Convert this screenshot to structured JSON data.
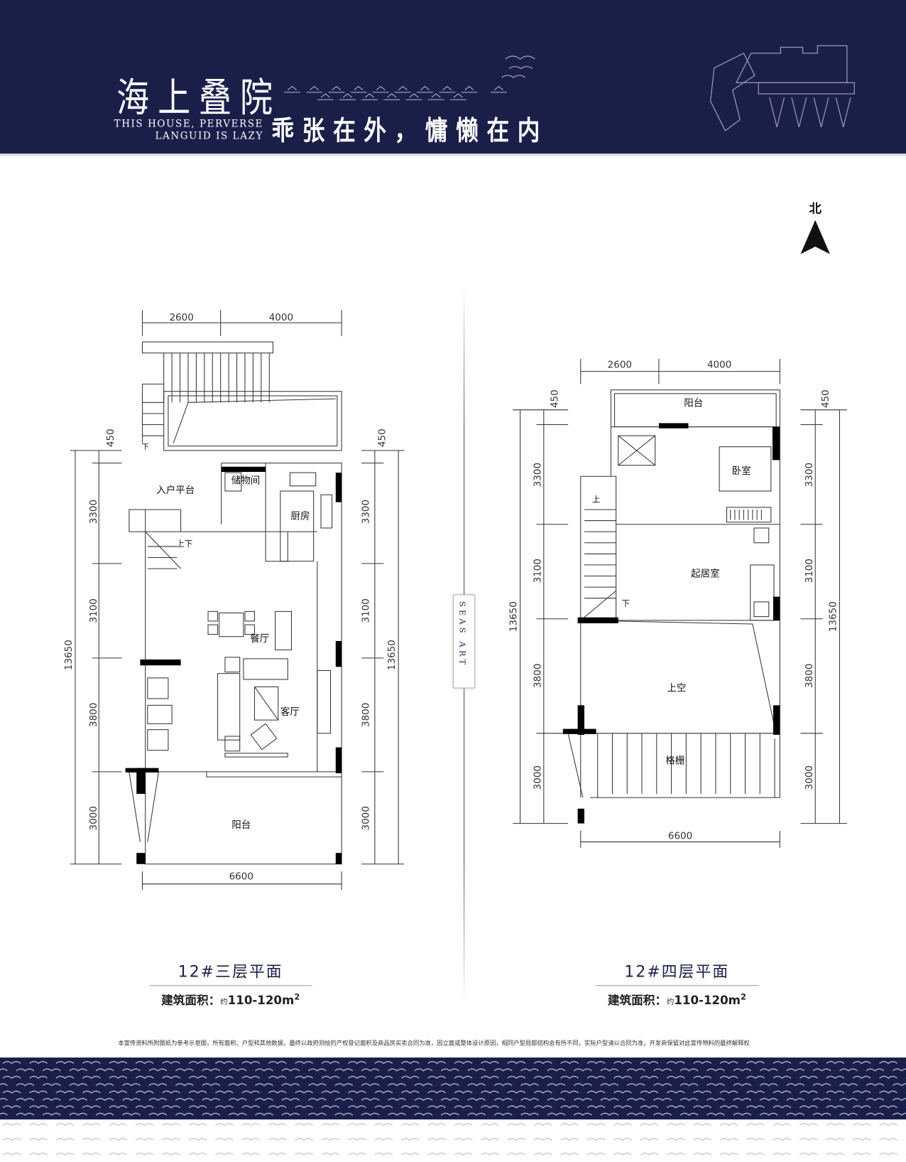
{
  "header": {
    "title": "海上叠院",
    "english_line1": "THIS HOUSE, PERVERSE",
    "english_line2": "LANGUID IS LAZY",
    "slogan": "乖张在外，慵懒在内"
  },
  "north_label": "北",
  "badge": "SEAS ART",
  "colors": {
    "navy": "#1a1f4a",
    "wall": "#000000",
    "line": "#333333"
  },
  "plan_left": {
    "top_dims": [
      "2600",
      "4000"
    ],
    "side_dims": [
      "450",
      "3300",
      "3100",
      "3800",
      "3000"
    ],
    "total_dim": "13650",
    "bottom_dim": "6600",
    "rooms": {
      "entry": "入户平台",
      "storage": "储物间",
      "kitchen": "厨房",
      "stair": "上下",
      "dining": "餐厅",
      "living": "客厅",
      "balcony": "阳台",
      "down": "下"
    },
    "caption": "12#三层平面",
    "area_label": "建筑面积：",
    "area_approx": "约",
    "area_value": "110-120m",
    "area_sup": "2"
  },
  "plan_right": {
    "top_dims": [
      "2600",
      "4000"
    ],
    "side_dims": [
      "450",
      "3300",
      "3100",
      "3800",
      "3000"
    ],
    "total_dim": "13650",
    "bottom_dim": "6600",
    "rooms": {
      "balcony": "阳台",
      "bedroom": "卧室",
      "family": "起居室",
      "void": "上空",
      "grille": "格栅",
      "down": "下",
      "up": "上"
    },
    "caption": "12#四层平面",
    "area_label": "建筑面积：",
    "area_approx": "约",
    "area_value": "110-120m",
    "area_sup": "2"
  },
  "disclaimer": "本宣传资料所附图纸为参考示意图，所有面积、户型和其他数据，最终以政府测绘的产权登记面积及商品房买卖合同为准，因立面或整体设计原因，相同户型局部结构会有所不同，实际户型请以合同为准，开发商保留对此宣传物料的最终解释权"
}
